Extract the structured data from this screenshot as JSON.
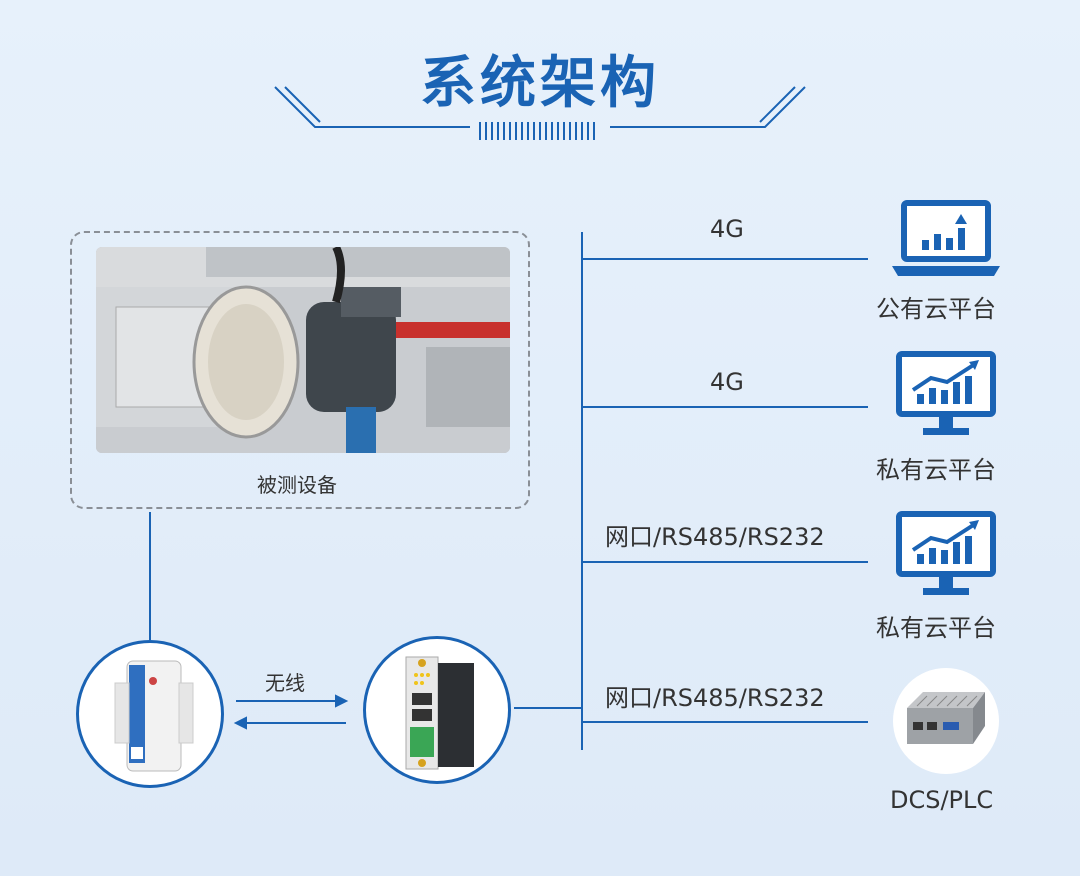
{
  "header": {
    "title": "系统架构"
  },
  "device": {
    "caption": "被测设备"
  },
  "link": {
    "wireless_label": "无线"
  },
  "targets": [
    {
      "connection": "4G",
      "name": "公有云平台",
      "icon": "laptop-chart-icon"
    },
    {
      "connection": "4G",
      "name": "私有云平台",
      "icon": "monitor-chart-icon"
    },
    {
      "connection": "网口/RS485/RS232",
      "name": "私有云平台",
      "icon": "monitor-chart-icon"
    },
    {
      "connection": "网口/RS485/RS232",
      "name": "DCS/PLC",
      "icon": "industrial-pc-icon"
    }
  ],
  "colors": {
    "accent": "#1a63b4",
    "line": "#1a63b4",
    "background": "#e3eefa"
  }
}
